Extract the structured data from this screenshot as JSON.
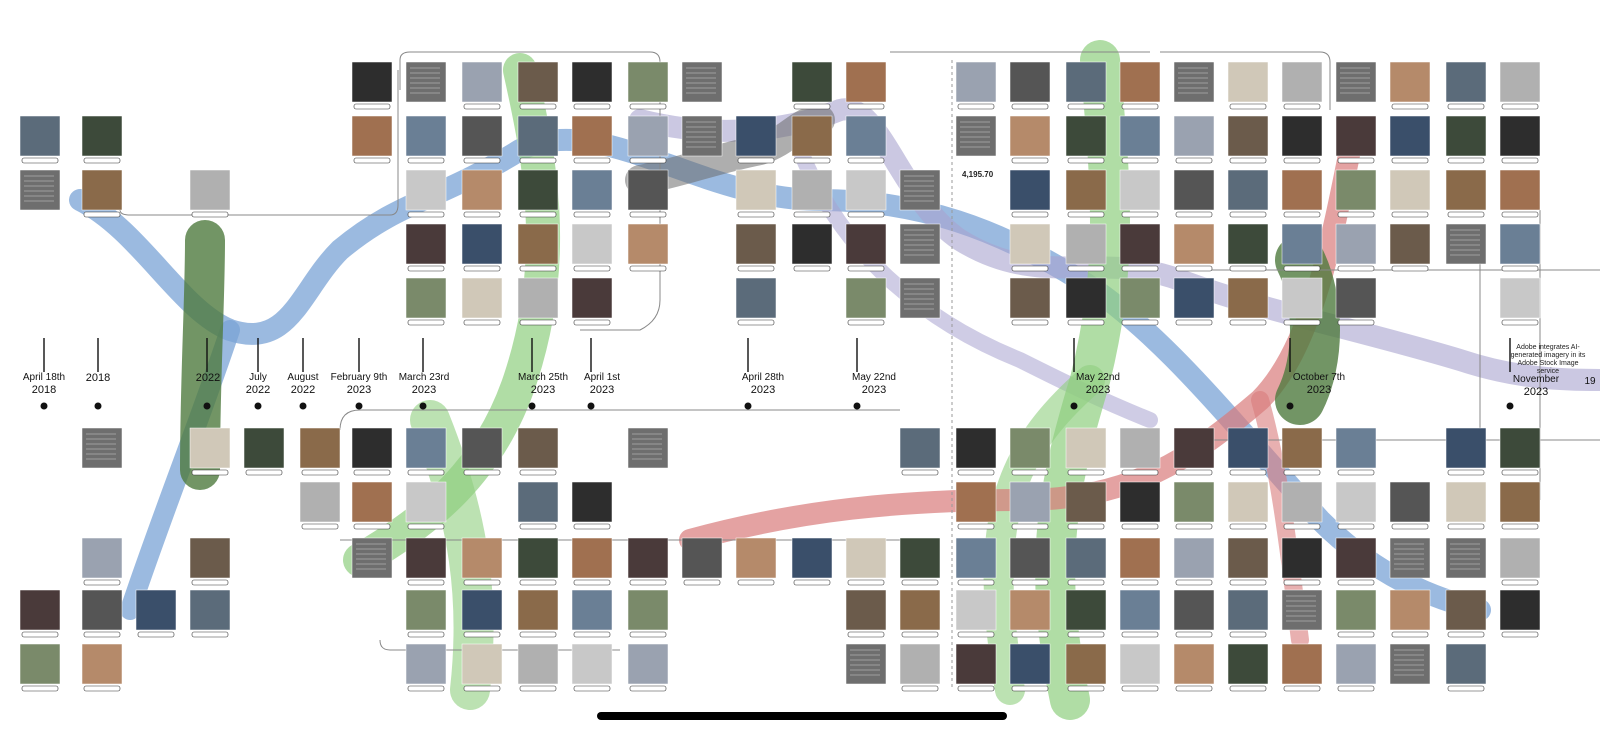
{
  "header": {
    "title": ""
  },
  "palette": {
    "green": "#8fcf7f",
    "blue": "#7aa3d6",
    "purple": "#a8a3cf",
    "red": "#d97b7b",
    "darkgreen": "#4f7a3f",
    "gray": "#6b6b6b"
  },
  "dates": [
    {
      "id": "d1",
      "label": "April 18th",
      "year": "2018"
    },
    {
      "id": "d2",
      "label": "",
      "year": "2018"
    },
    {
      "id": "d3",
      "label": "",
      "year": "2022"
    },
    {
      "id": "d4",
      "label": "July",
      "year": "2022"
    },
    {
      "id": "d5",
      "label": "August",
      "year": "2022"
    },
    {
      "id": "d6",
      "label": "February 9th",
      "year": "2023"
    },
    {
      "id": "d7",
      "label": "March 23rd",
      "year": "2023"
    },
    {
      "id": "d8",
      "label": "March 25th",
      "year": "2023"
    },
    {
      "id": "d9",
      "label": "April 1st",
      "year": "2023"
    },
    {
      "id": "d10",
      "label": "April 28th",
      "year": "2023"
    },
    {
      "id": "d11",
      "label": "May 22nd",
      "year": "2023"
    },
    {
      "id": "d12",
      "label": "May 22nd",
      "year": "2023"
    },
    {
      "id": "d13",
      "label": "October 7th",
      "year": "2023"
    },
    {
      "id": "d14",
      "label": "November",
      "year": "2023"
    },
    {
      "id": "d15",
      "label": "19",
      "year": ""
    }
  ],
  "annotations": {
    "adobe": "Adobe integrates AI-generated imagery in its Adobe Stock Image service",
    "ticker": "4,195.70"
  },
  "tiles": {
    "count_note": ""
  }
}
